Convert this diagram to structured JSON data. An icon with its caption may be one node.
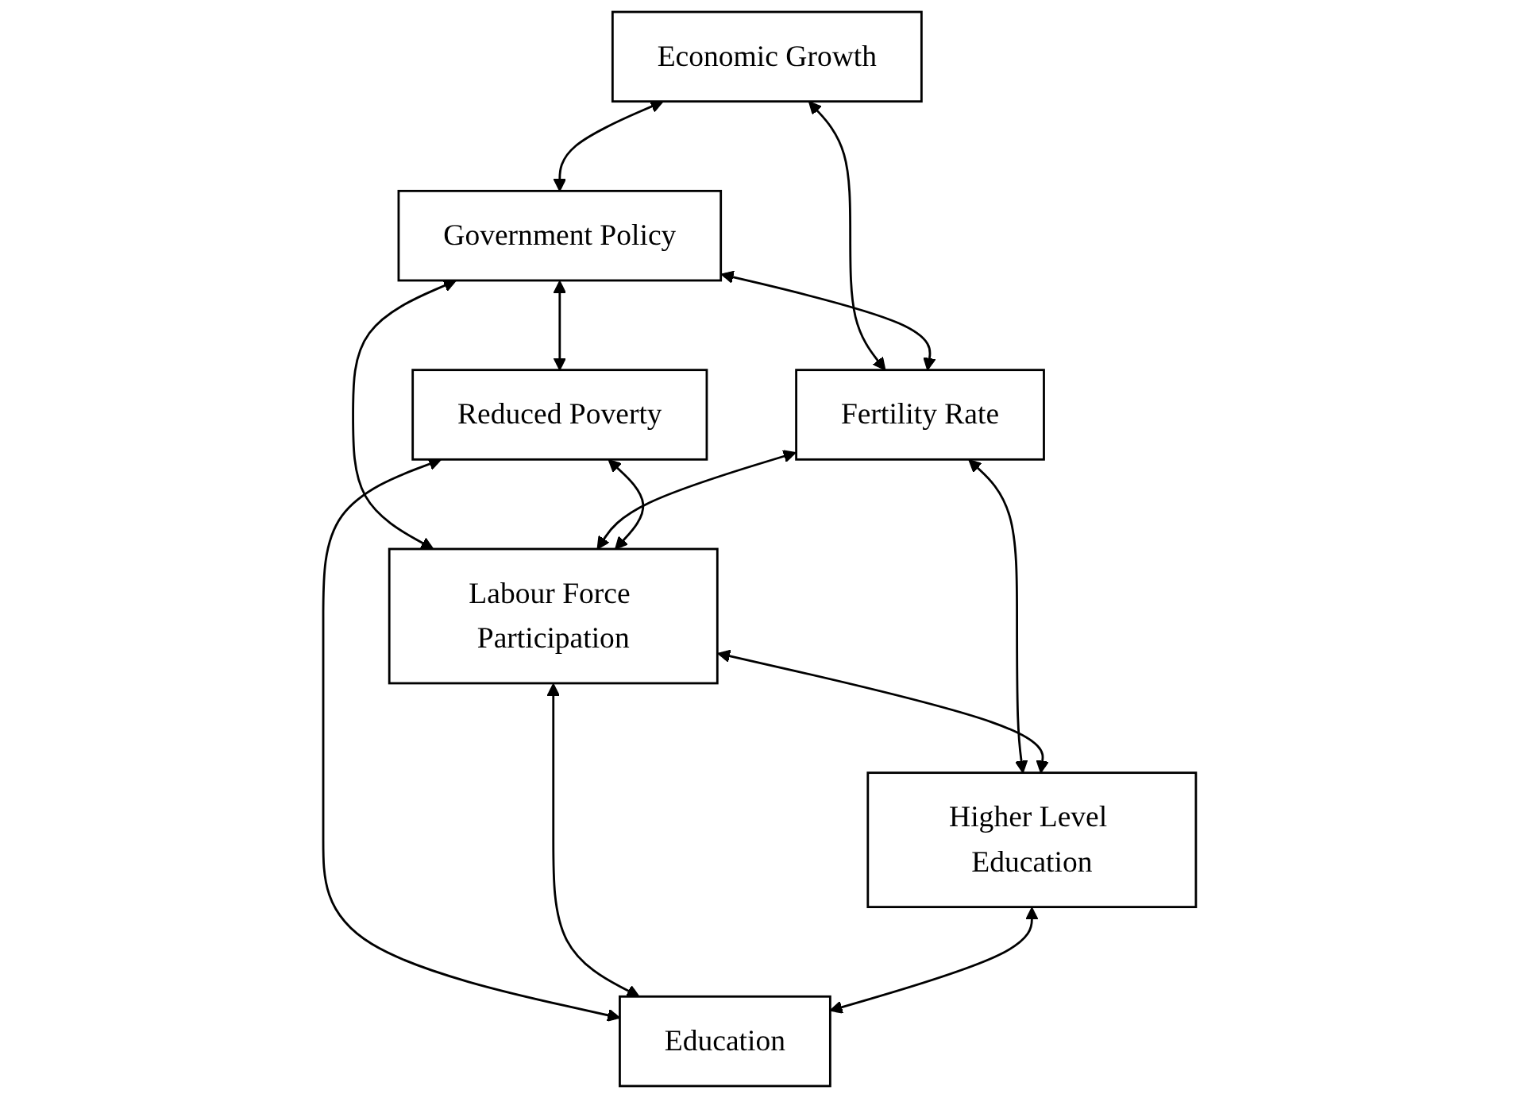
{
  "diagram": {
    "nodes": [
      {
        "text": [
          "Economic Growth"
        ]
      },
      {
        "text": [
          "Government Policy"
        ]
      },
      {
        "text": [
          "Fertility Rate"
        ]
      },
      {
        "text": [
          "Reduced Poverty"
        ]
      },
      {
        "text": [
          "Labour Force Participation"
        ]
      },
      {
        "text": [
          "Higher Level Education"
        ]
      },
      {
        "text": [
          "Education"
        ]
      }
    ],
    "edges": [
      {
        "from": 0,
        "to": 1,
        "arrow": "both"
      },
      {
        "from": 0,
        "to": 2,
        "arrow": "both"
      },
      {
        "from": 1,
        "to": 2,
        "arrow": "both"
      },
      {
        "from": 1,
        "to": 3,
        "arrow": "both"
      },
      {
        "from": 1,
        "to": 4,
        "arrow": "both"
      },
      {
        "from": 2,
        "to": 4,
        "arrow": "both"
      },
      {
        "from": 2,
        "to": 5,
        "arrow": "both"
      },
      {
        "from": 3,
        "to": 4,
        "arrow": "both"
      },
      {
        "from": 4,
        "to": 5,
        "arrow": "both"
      },
      {
        "from": 3,
        "to": 6,
        "arrow": "both"
      },
      {
        "from": 4,
        "to": 6,
        "arrow": "both"
      },
      {
        "from": 5,
        "to": 6,
        "arrow": "both"
      }
    ]
  }
}
